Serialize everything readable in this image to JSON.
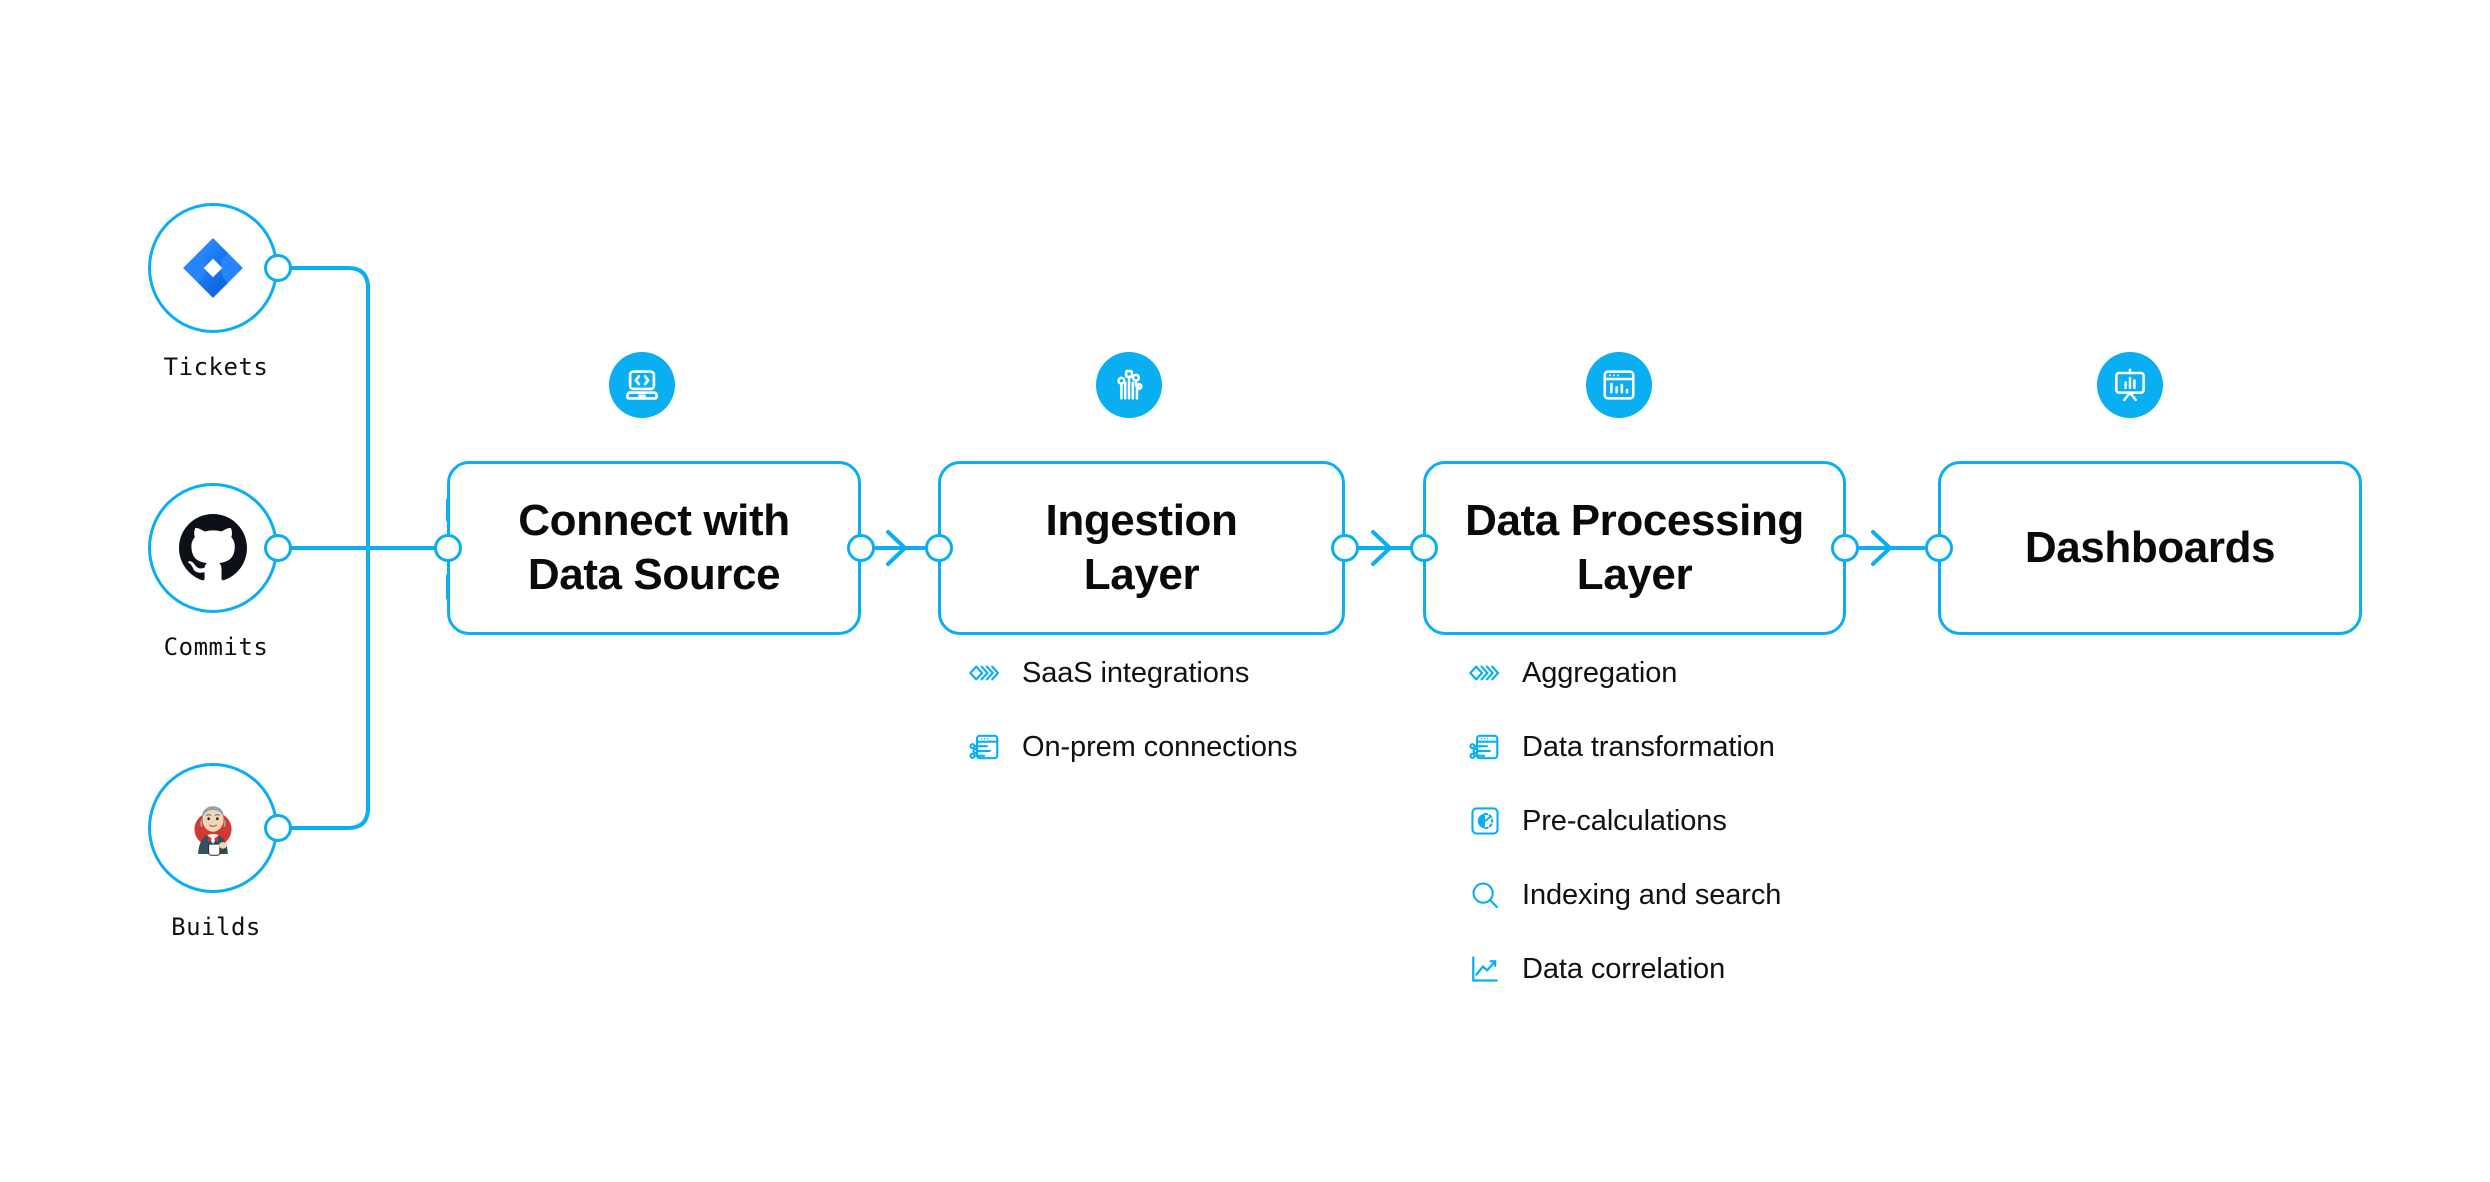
{
  "theme": {
    "accent": "#0aaff1",
    "text": "#111111",
    "background": "#ffffff",
    "jira_blue": "#2684ff",
    "github_black": "#0d1117",
    "jenkins_red": "#d33833"
  },
  "sources": [
    {
      "label": "Tickets",
      "icon": "jira-icon"
    },
    {
      "label": "Commits",
      "icon": "github-icon"
    },
    {
      "label": "Builds",
      "icon": "jenkins-icon"
    }
  ],
  "stages": [
    {
      "title": "Connect with\nData Source",
      "title_line1": "Connect with",
      "title_line2": "Data Source",
      "icon": "laptop-code-icon"
    },
    {
      "title": "Ingestion\nLayer",
      "title_line1": "Ingestion",
      "title_line2": "Layer",
      "icon": "circuit-nodes-icon"
    },
    {
      "title": "Data Processing\nLayer",
      "title_line1": "Data Processing",
      "title_line2": "Layer",
      "icon": "window-bar-chart-icon"
    },
    {
      "title": "Dashboards",
      "title_line1": "Dashboards",
      "title_line2": "",
      "icon": "presentation-chart-icon"
    }
  ],
  "ingestion_features": [
    {
      "label": "SaaS integrations",
      "icon": "layered-chevrons-icon"
    },
    {
      "label": "On-prem connections",
      "icon": "window-sliders-icon"
    }
  ],
  "processing_features": [
    {
      "label": "Aggregation",
      "icon": "layered-chevrons-icon"
    },
    {
      "label": "Data transformation",
      "icon": "window-sliders-icon"
    },
    {
      "label": "Pre-calculations",
      "icon": "gauge-square-icon"
    },
    {
      "label": "Indexing and search",
      "icon": "search-icon"
    },
    {
      "label": "Data correlation",
      "icon": "line-chart-icon"
    }
  ],
  "connectors": {
    "arrow_icon": "arrow-right-icon",
    "count": 3
  }
}
